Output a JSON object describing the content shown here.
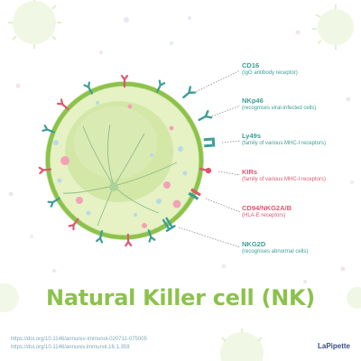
{
  "title": "Natural Killer cell (NK)",
  "receptors": [
    {
      "name": "CD16",
      "desc": "(IgG antibody receptor)",
      "color": "#3d9d98"
    },
    {
      "name": "NKp46",
      "desc": "(recognises viral-infected cells)",
      "color": "#3d9d98"
    },
    {
      "name": "Ly49s",
      "desc": "(family of various MHC-I receptors)",
      "color": "#3d9d98"
    },
    {
      "name": "KIRs",
      "desc": "(family of various MHC-I receptors)",
      "color": "#e0566f"
    },
    {
      "name": "CD94/NKG2A/B",
      "desc": "(HLA-E receptors)",
      "color": "#e0566f"
    },
    {
      "name": "NKG2D",
      "desc": "(recognises abnormal cells)",
      "color": "#3d9d98"
    }
  ],
  "references": [
    "https://doi.org/10.1146/annurev-immunol-020711-075005",
    "https://doi.org/10.1146/annurev.immunol.16.1.359"
  ],
  "brand": "LaPipette",
  "colors": {
    "title": "#8cc24c",
    "teal": "#3d9d98",
    "pink": "#e0566f",
    "membrane": "#8cc24c",
    "cytoplasm": "#e6f2c4",
    "nucleus": "#d3e7a7",
    "references": "#7fa9b8",
    "brand": "#3a4f86"
  }
}
